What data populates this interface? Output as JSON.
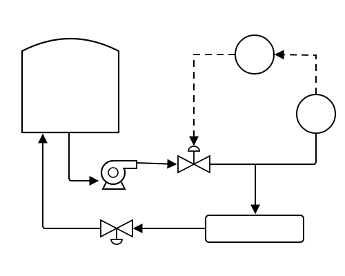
{
  "diagram": {
    "title": "",
    "colors": {
      "stroke": "#000000",
      "fill": "#ffffff",
      "background": "#ffffff"
    },
    "nodes": [
      {
        "id": "storage-tank",
        "kind": "vessel",
        "label": ""
      },
      {
        "id": "centrifugal-pump",
        "kind": "pump",
        "label": ""
      },
      {
        "id": "control-valve",
        "kind": "valve",
        "label": ""
      },
      {
        "id": "return-valve",
        "kind": "valve",
        "label": ""
      },
      {
        "id": "controller",
        "kind": "instrument",
        "label": ""
      },
      {
        "id": "transmitter",
        "kind": "instrument",
        "label": ""
      },
      {
        "id": "receiver-vessel",
        "kind": "vessel",
        "label": ""
      }
    ],
    "connections": [
      {
        "from": "storage-tank",
        "to": "centrifugal-pump",
        "type": "process-line"
      },
      {
        "from": "centrifugal-pump",
        "to": "control-valve",
        "type": "process-line"
      },
      {
        "from": "control-valve",
        "to": "receiver-vessel",
        "type": "process-line"
      },
      {
        "from": "control-valve",
        "to": "transmitter",
        "type": "process-line"
      },
      {
        "from": "receiver-vessel",
        "to": "return-valve",
        "type": "process-line"
      },
      {
        "from": "return-valve",
        "to": "storage-tank",
        "type": "process-line"
      },
      {
        "from": "transmitter",
        "to": "controller",
        "type": "signal-line"
      },
      {
        "from": "controller",
        "to": "control-valve",
        "type": "signal-line"
      }
    ]
  }
}
